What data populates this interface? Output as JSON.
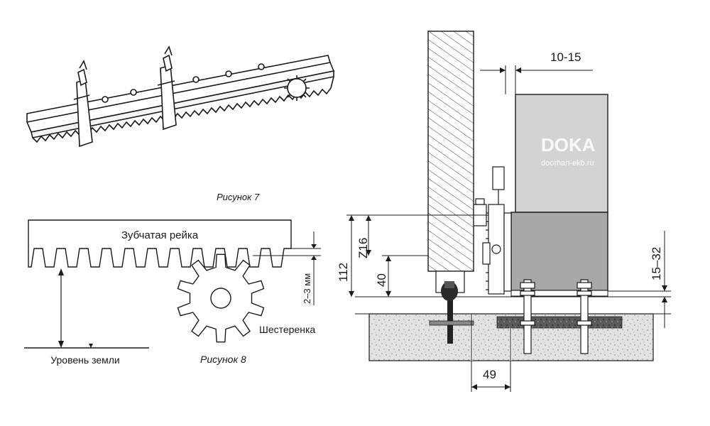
{
  "figure7": {
    "caption": "Рисунок 7"
  },
  "figure8": {
    "caption": "Рисунок 8",
    "rack_label": "Зубчатая рейка",
    "gear_label": "Шестеренка",
    "ground_label": "Уровень земли",
    "gap_label": "2–3 мм"
  },
  "install": {
    "dim_top": "10-15",
    "dim_z16": "Z16",
    "dim_112": "112",
    "dim_40": "40",
    "dim_right": "15–32",
    "dim_bottom": "49",
    "watermark_brand": "DOKA",
    "watermark_url": "doorhan-ekb.ru"
  },
  "colors": {
    "line": "#1a1a1a",
    "motor": "#cfcfcf",
    "motor_dark": "#a9a9a9",
    "concrete": "#dcdcdc"
  }
}
